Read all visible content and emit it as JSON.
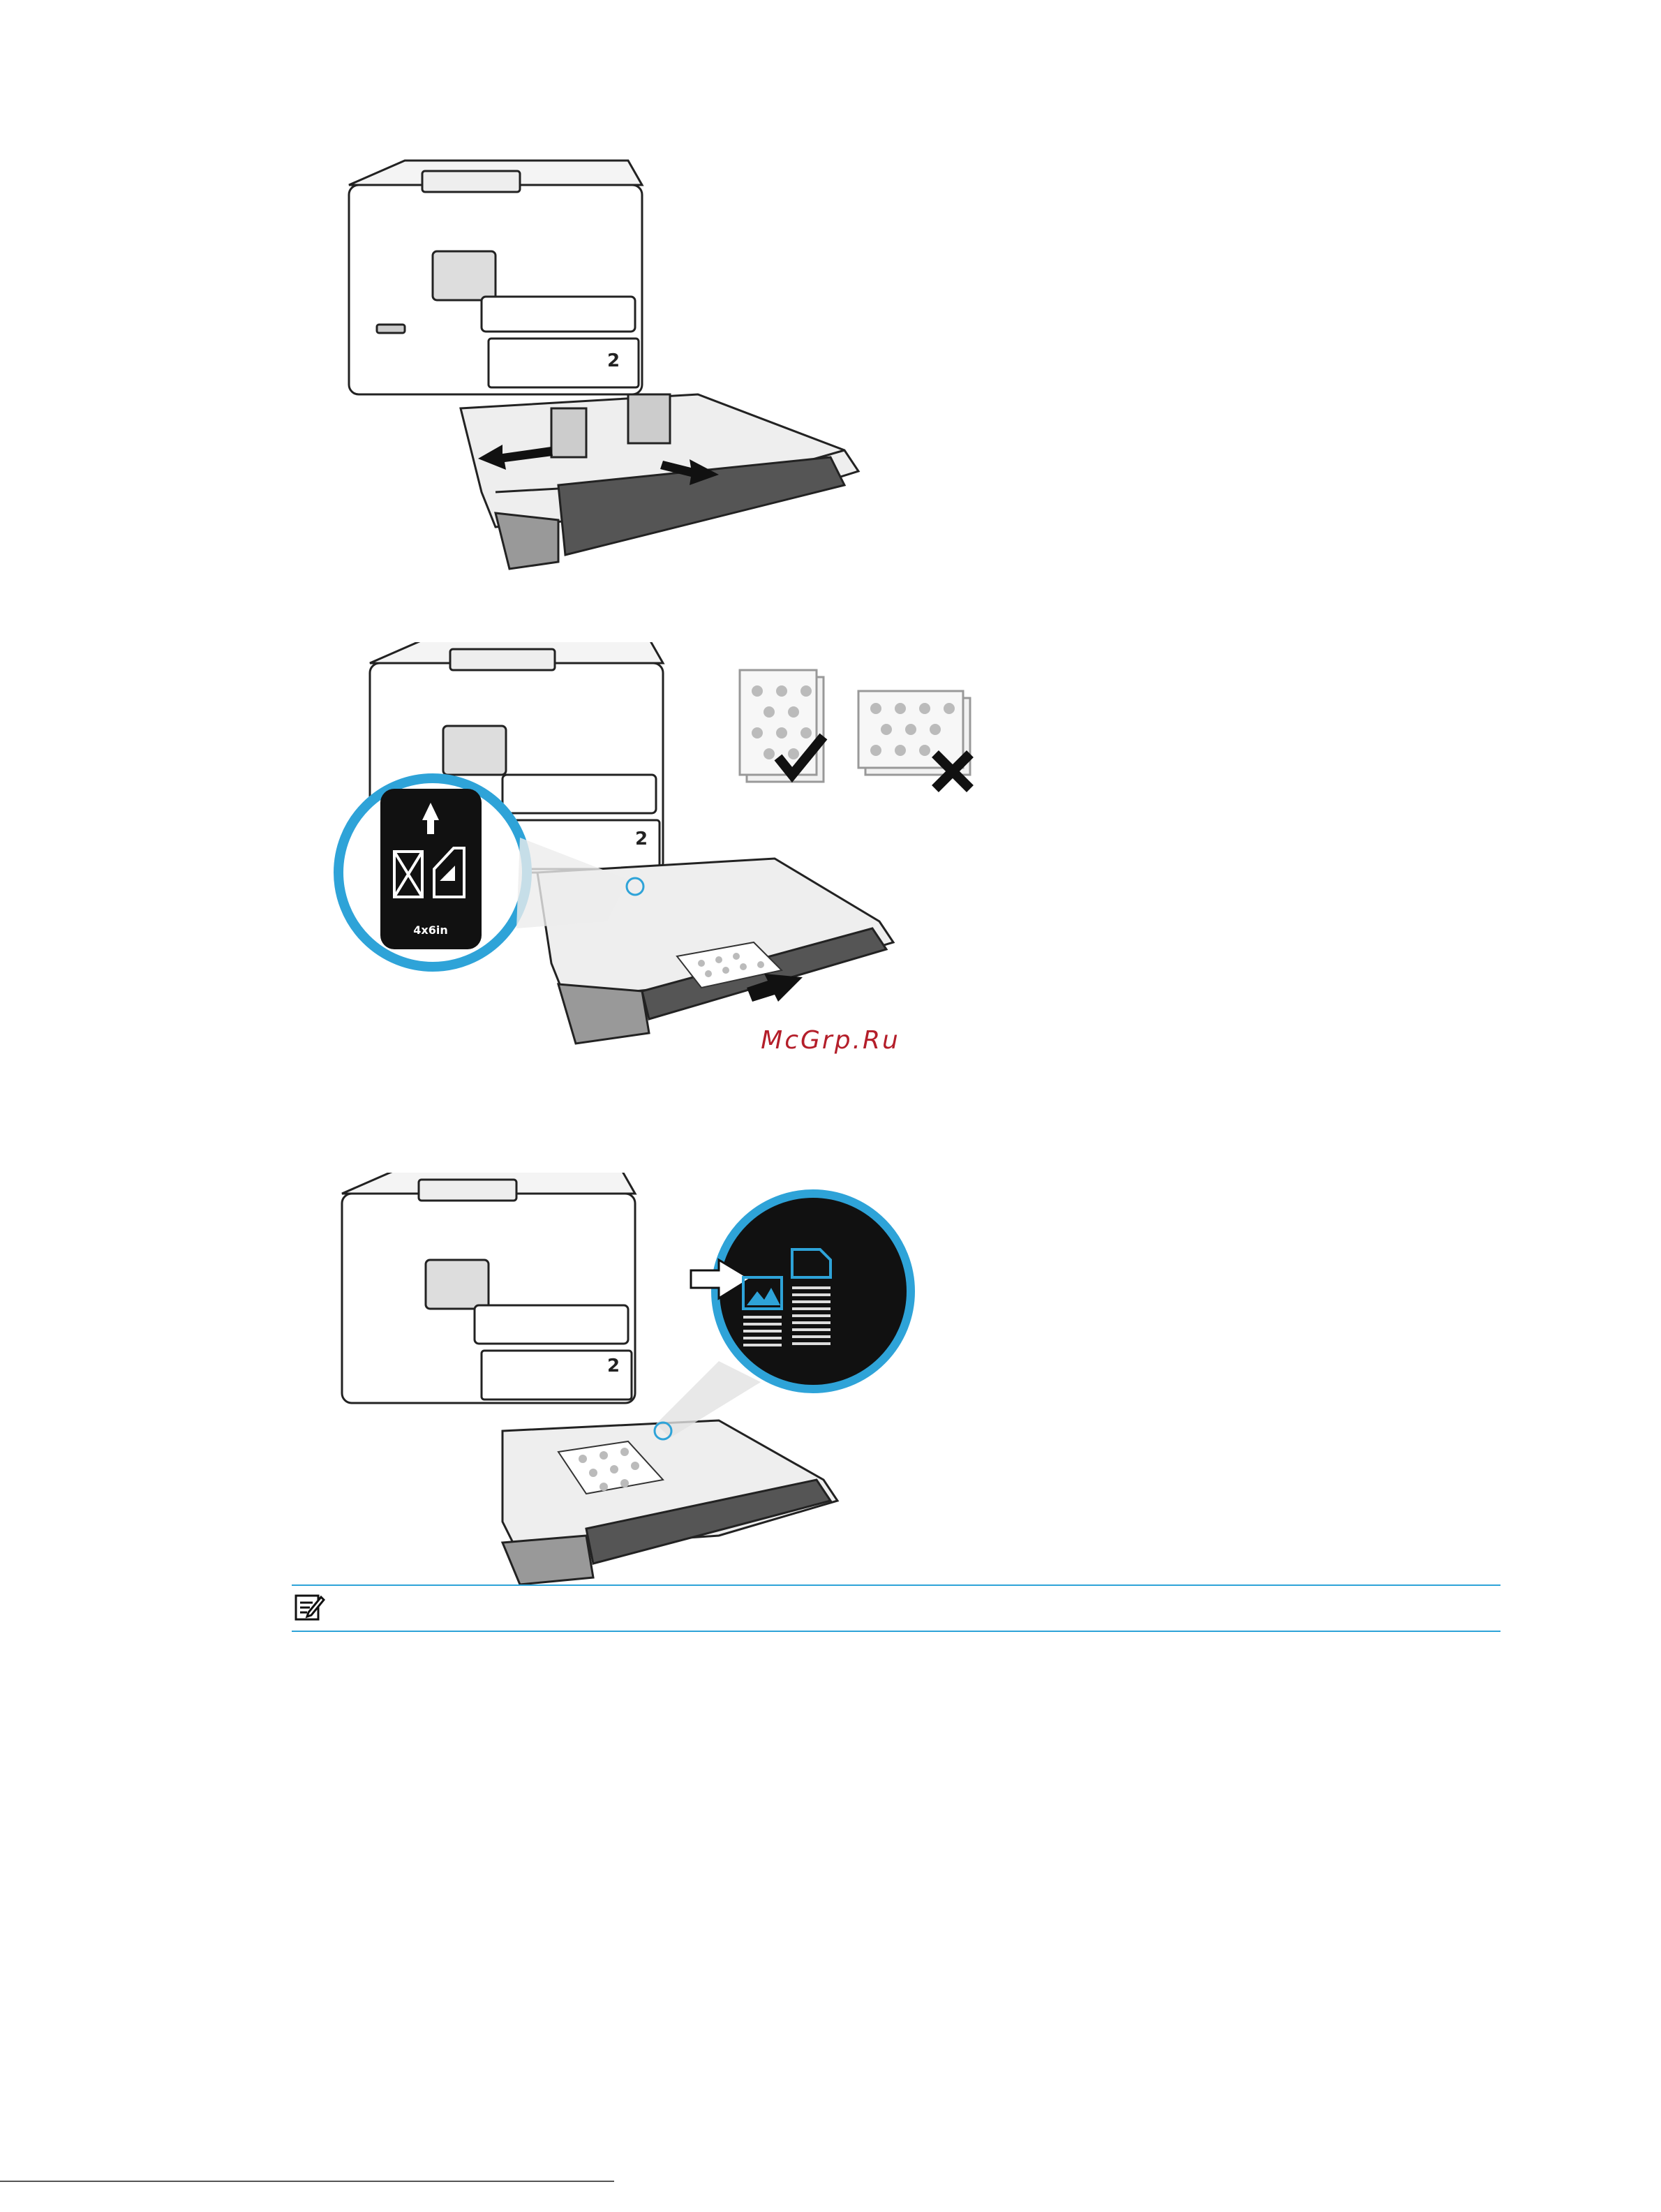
{
  "watermark": "McGrp.Ru",
  "figures": [
    {
      "id": "step-1",
      "icon": "printer-tray-pull-out-guides",
      "tray_number": "2"
    },
    {
      "id": "step-2",
      "icon": "printer-tray-load-photo-paper",
      "tray_number": "2",
      "callout_label": "4x6in",
      "paper_check_icon": "check-mark-icon",
      "paper_reject_icon": "x-mark-icon"
    },
    {
      "id": "step-3",
      "icon": "printer-tray-adjust-guide",
      "tray_number": "2"
    }
  ],
  "note": {
    "icon": "note-icon"
  },
  "colors": {
    "accent": "#2ea3d8",
    "watermark": "#b41e2a",
    "ink": "#1a1a1a"
  }
}
